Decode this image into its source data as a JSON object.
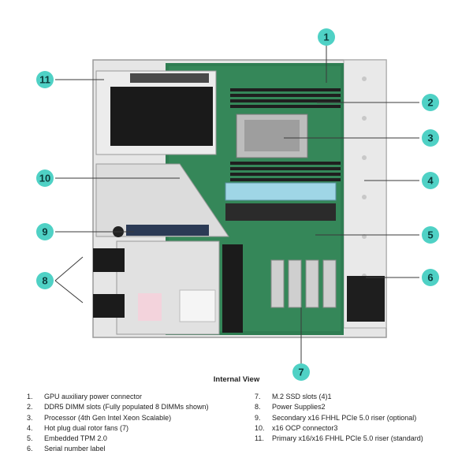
{
  "title": "Internal View",
  "callouts": [
    "1",
    "2",
    "3",
    "4",
    "5",
    "6",
    "7",
    "8",
    "9",
    "10",
    "11"
  ],
  "legend_left": [
    {
      "num": "1.",
      "text": "GPU auxiliary power connector"
    },
    {
      "num": "2.",
      "text": "DDR5 DIMM slots (Fully populated 8 DIMMs shown)"
    },
    {
      "num": "3.",
      "text": "Processor (4th Gen Intel Xeon Scalable)"
    },
    {
      "num": "4.",
      "text": "Hot plug dual rotor fans (7)"
    },
    {
      "num": "5.",
      "text": "Embedded TPM 2.0"
    },
    {
      "num": "6.",
      "text": "Serial number label"
    }
  ],
  "legend_right": [
    {
      "num": "7.",
      "text": "M.2 SSD slots (4)1"
    },
    {
      "num": "8.",
      "text": "Power Supplies2"
    },
    {
      "num": "9.",
      "text": "Secondary x16 FHHL PCIe 5.0 riser (optional)"
    },
    {
      "num": "10.",
      "text": "x16 OCP connector3"
    },
    {
      "num": "11.",
      "text": "Primary x16/x16 FHHL PCIe 5.0 riser (standard)"
    }
  ],
  "colors": {
    "callout": "#4fd1c5",
    "board": "#2e7d4f",
    "chassis": "#d4d4d4"
  }
}
